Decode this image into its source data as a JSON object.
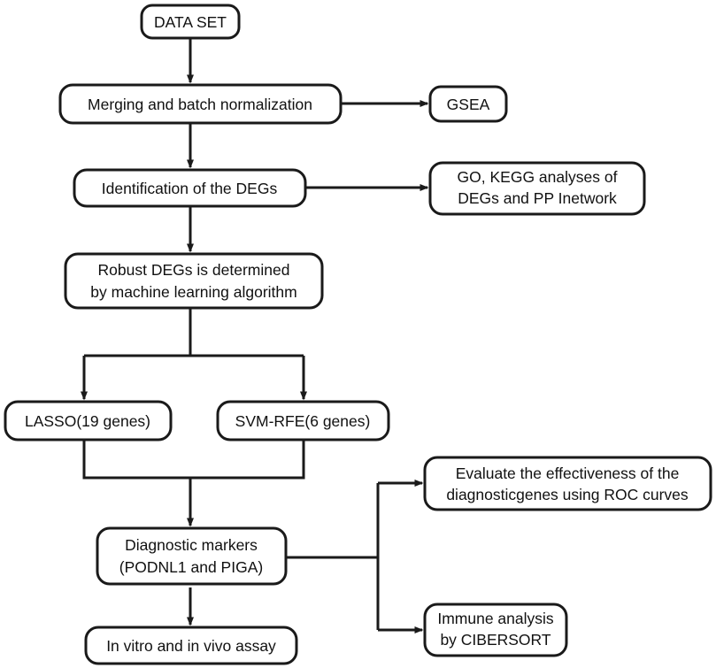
{
  "diagram": {
    "nodes": {
      "data_set": {
        "lines": [
          "DATA SET"
        ]
      },
      "merging": {
        "lines": [
          "Merging and batch normalization"
        ]
      },
      "gsea": {
        "lines": [
          "GSEA"
        ]
      },
      "identification": {
        "lines": [
          "Identification of the DEGs"
        ]
      },
      "go_kegg": {
        "lines": [
          "GO, KEGG analyses of",
          "DEGs and PP Inetwork"
        ]
      },
      "robust": {
        "lines": [
          "Robust DEGs is determined",
          "by machine learning algorithm"
        ]
      },
      "lasso": {
        "lines": [
          "LASSO(19 genes)"
        ]
      },
      "svm": {
        "lines": [
          "SVM-RFE(6 genes)"
        ]
      },
      "evaluate": {
        "lines": [
          "Evaluate the effectiveness of the",
          "diagnosticgenes using ROC curves"
        ]
      },
      "diagnostic": {
        "lines": [
          "Diagnostic markers",
          "(PODNL1 and PIGA)"
        ]
      },
      "immune": {
        "lines": [
          "Immune analysis",
          "by CIBERSORT"
        ]
      },
      "assay": {
        "lines": [
          "In vitro and in vivo assay"
        ]
      }
    },
    "edges": [
      {
        "from": "data_set",
        "to": "merging"
      },
      {
        "from": "merging",
        "to": "gsea"
      },
      {
        "from": "merging",
        "to": "identification"
      },
      {
        "from": "identification",
        "to": "go_kegg"
      },
      {
        "from": "identification",
        "to": "robust"
      },
      {
        "from": "robust",
        "to": "lasso"
      },
      {
        "from": "robust",
        "to": "svm"
      },
      {
        "from": "lasso",
        "to": "diagnostic"
      },
      {
        "from": "svm",
        "to": "diagnostic"
      },
      {
        "from": "diagnostic",
        "to": "evaluate"
      },
      {
        "from": "diagnostic",
        "to": "immune"
      },
      {
        "from": "diagnostic",
        "to": "assay"
      }
    ],
    "colors": {
      "stroke": "#1a1a1a",
      "fill": "#ffffff",
      "text": "#111111"
    }
  }
}
